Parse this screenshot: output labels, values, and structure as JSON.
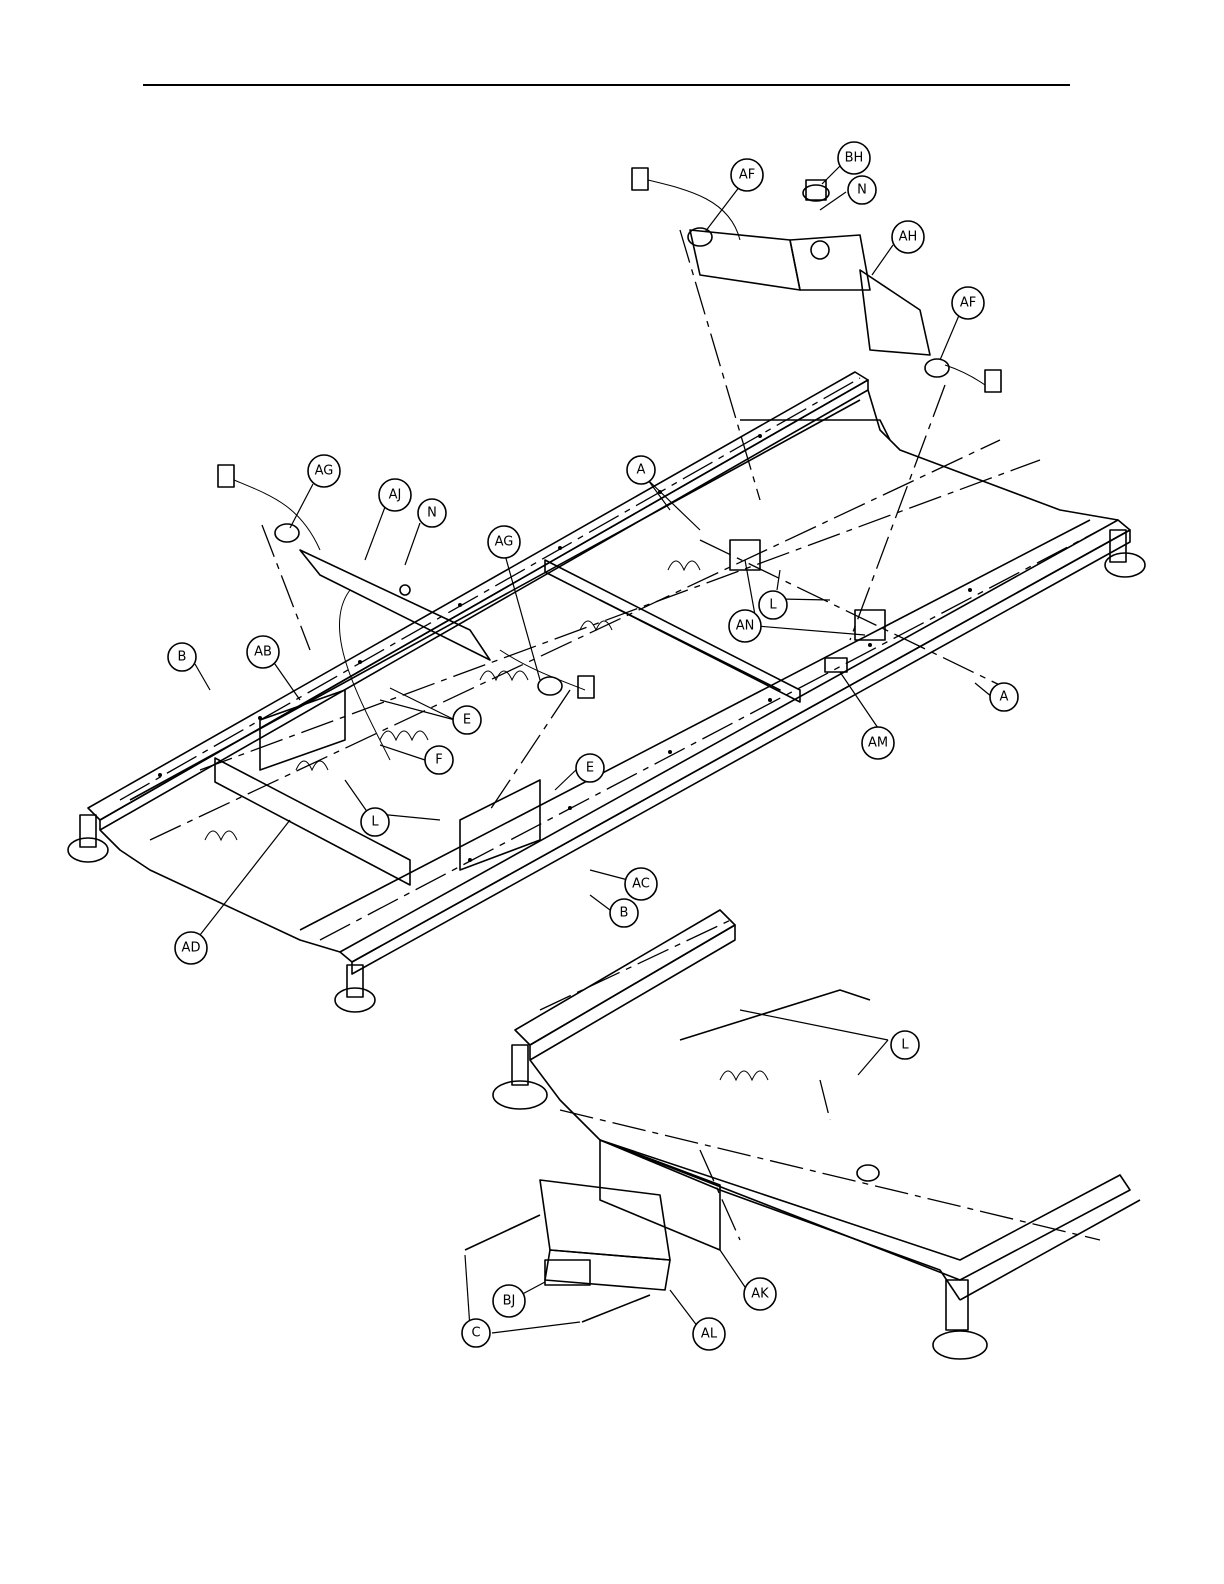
{
  "callouts": [
    {
      "label": "BH"
    },
    {
      "label": "N"
    },
    {
      "label": "AF"
    },
    {
      "label": "AH"
    },
    {
      "label": "AF"
    },
    {
      "label": "AG"
    },
    {
      "label": "AJ"
    },
    {
      "label": "N"
    },
    {
      "label": "AG"
    },
    {
      "label": "A"
    },
    {
      "label": "L"
    },
    {
      "label": "AN"
    },
    {
      "label": "A"
    },
    {
      "label": "AM"
    },
    {
      "label": "B"
    },
    {
      "label": "AB"
    },
    {
      "label": "E"
    },
    {
      "label": "F"
    },
    {
      "label": "E"
    },
    {
      "label": "L"
    },
    {
      "label": "AC"
    },
    {
      "label": "B"
    },
    {
      "label": "AD"
    },
    {
      "label": "L"
    },
    {
      "label": "BJ"
    },
    {
      "label": "C"
    },
    {
      "label": "AL"
    },
    {
      "label": "AK"
    }
  ]
}
